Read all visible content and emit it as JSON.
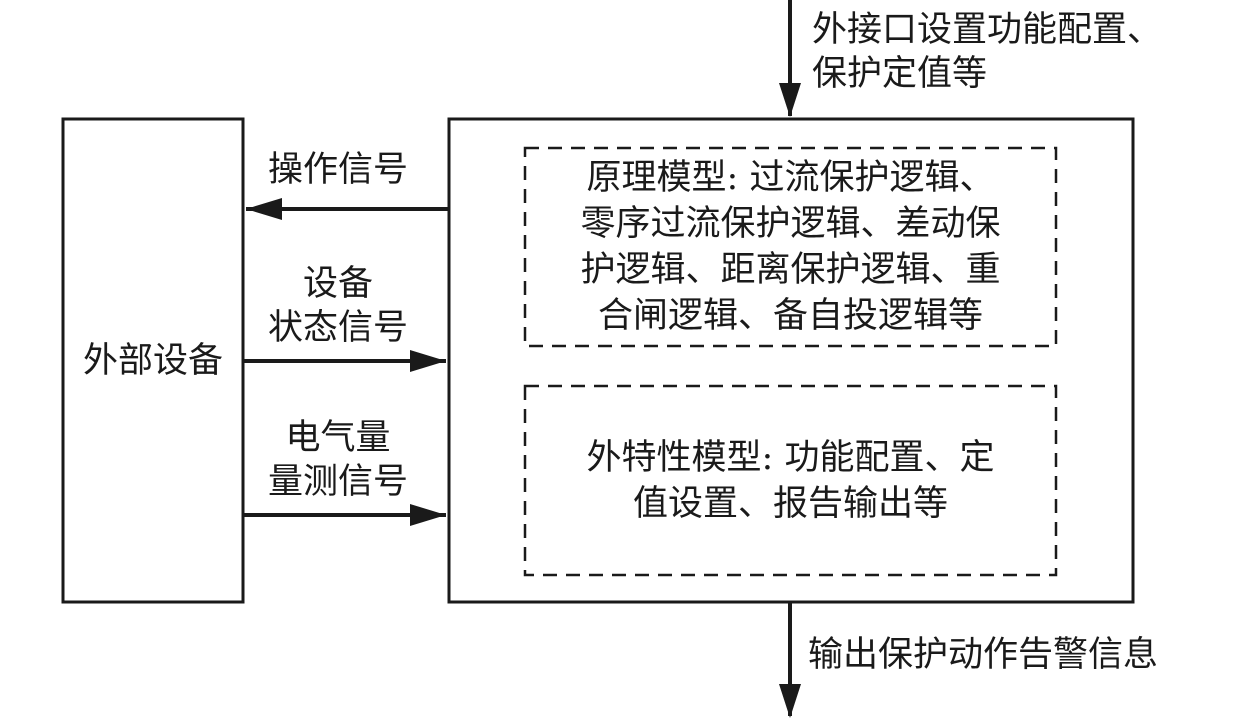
{
  "diagram": {
    "external_device": {
      "label": "外部设备"
    },
    "protection_device": {
      "principle_model": {
        "lines": [
          "原理模型: 过流保护逻辑、",
          "零序过流保护逻辑、差动保",
          "护逻辑、距离保护逻辑、重",
          "合闸逻辑、备自投逻辑等"
        ]
      },
      "external_characteristic_model": {
        "lines": [
          "外特性模型: 功能配置、定",
          "值设置、报告输出等"
        ]
      }
    },
    "signals": {
      "operation_signal": {
        "label": "操作信号",
        "direction": "to-external-device"
      },
      "device_status_signal": {
        "lines": [
          "设备",
          "状态信号"
        ],
        "direction": "to-protection-device"
      },
      "electrical_measurement_signal": {
        "lines": [
          "电气量",
          "量测信号"
        ],
        "direction": "to-protection-device"
      }
    },
    "input": {
      "lines": [
        "外接口设置功能配置、",
        "保护定值等"
      ],
      "direction": "into-protection-device"
    },
    "output": {
      "label": "输出保护动作告警信息",
      "direction": "out-of-protection-device"
    },
    "colors": {
      "line": "#1a1a1a",
      "background": "#ffffff"
    }
  }
}
